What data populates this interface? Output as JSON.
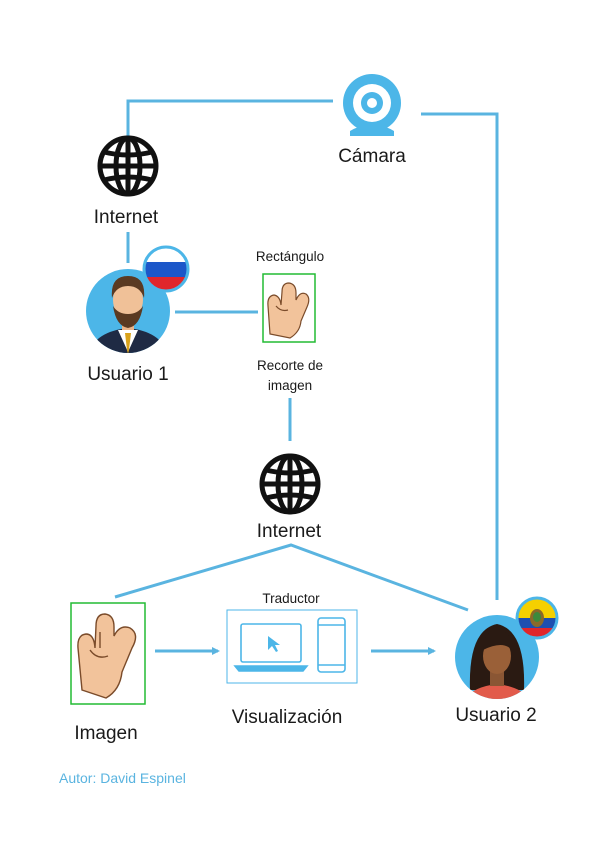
{
  "colors": {
    "connector": "#5ab4e0",
    "accent_blue": "#4cb6e8",
    "crop_box": "#22bb33",
    "icon_dark": "#111111"
  },
  "labels": {
    "camera": "Cámara",
    "internet_top": "Internet",
    "user1": "Usuario 1",
    "rectangle": "Rectángulo",
    "crop_line1": "Recorte de",
    "crop_line2": "imagen",
    "internet_mid": "Internet",
    "translator": "Traductor",
    "image": "Imagen",
    "visualization": "Visualización",
    "user2": "Usuario 2",
    "author": "Autor: David Espinel"
  },
  "icons": {
    "camera": "webcam-icon",
    "internet": "globe-icon",
    "user1": "man-avatar-icon",
    "user1_flag": "russia-flag-icon",
    "user2": "woman-avatar-icon",
    "user2_flag": "ecuador-flag-icon",
    "hand": "hand-icon",
    "devices": "laptop-phone-icon"
  }
}
